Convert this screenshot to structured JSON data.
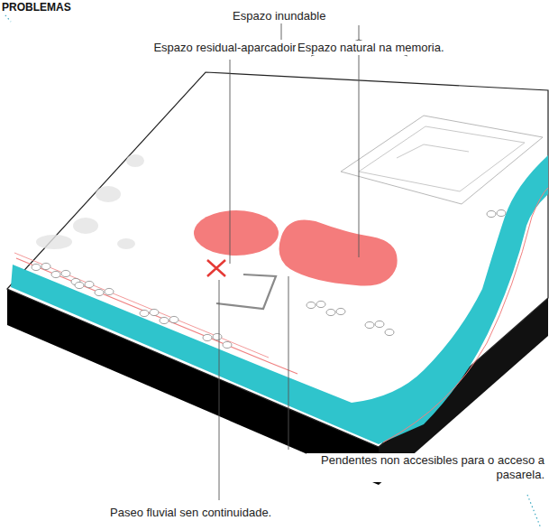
{
  "diagram": {
    "title": "PROBLEMAS",
    "labels": [
      "Espazo inundable",
      "Espazo residual-aparcadoiro.",
      "Espazo natural na memoria.",
      "Pendentes non accesibles para o acceso a pasarela.",
      "Paseo fluvial sen continuidade."
    ]
  }
}
